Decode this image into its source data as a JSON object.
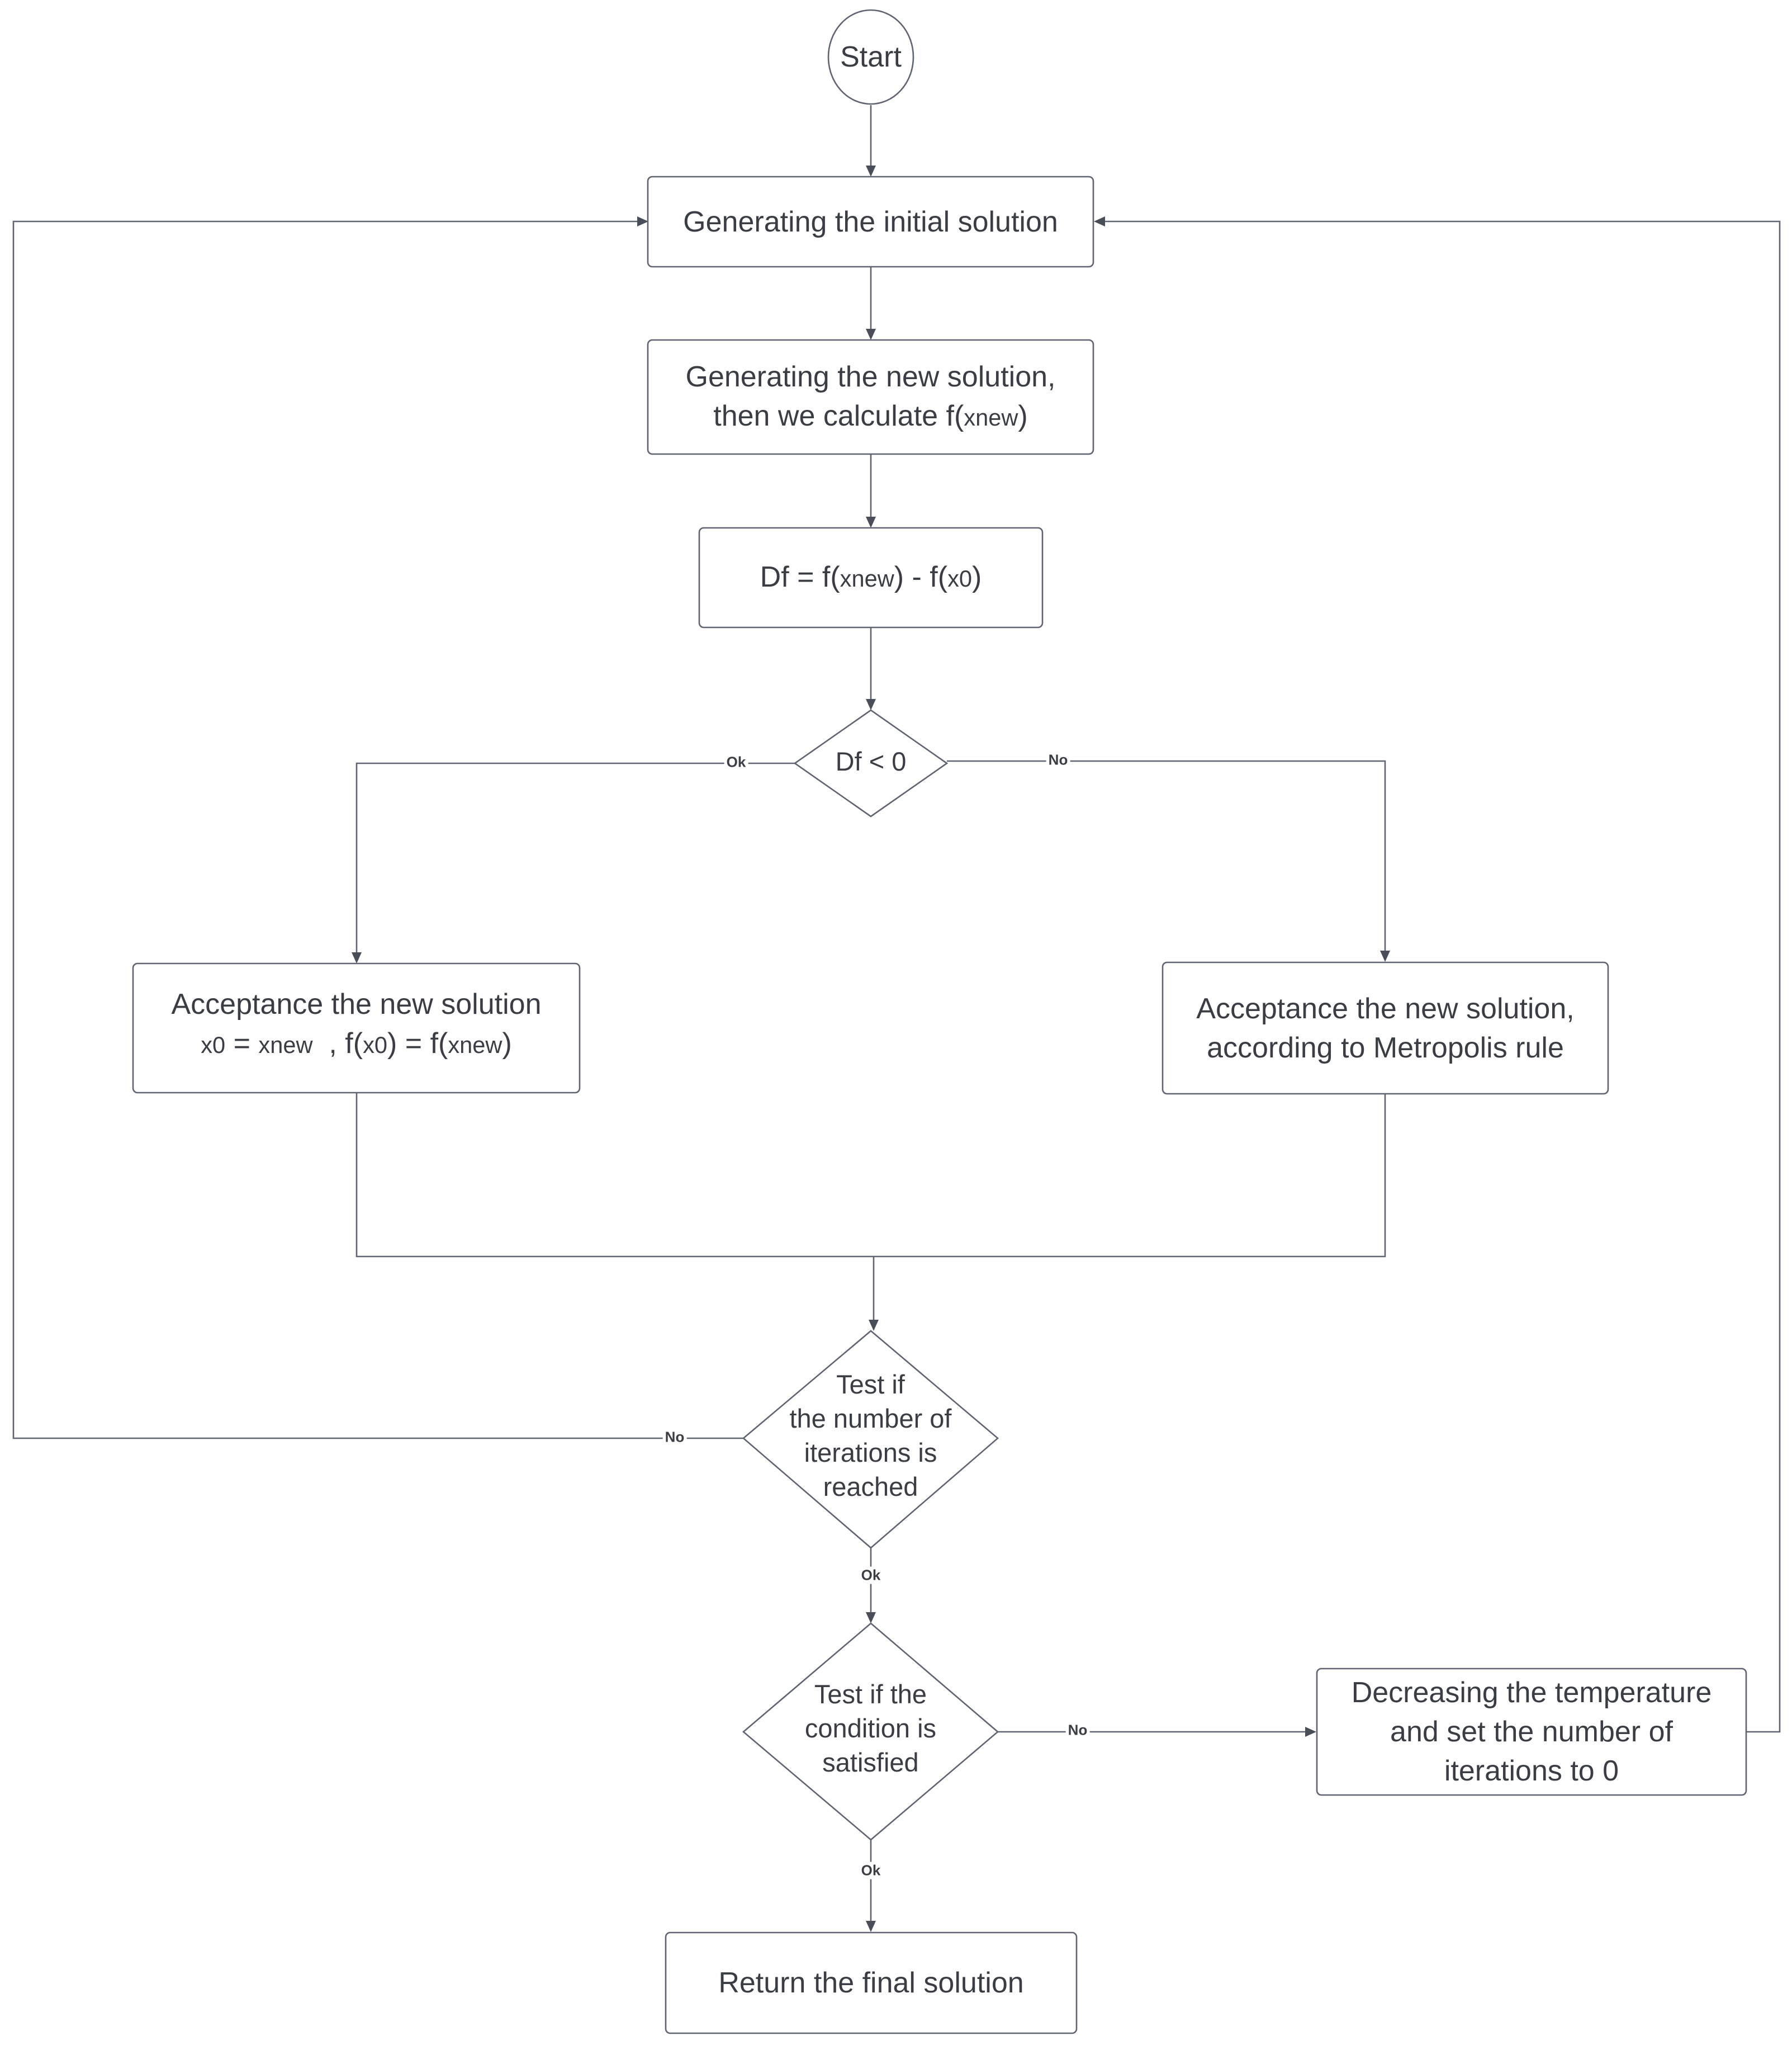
{
  "nodes": {
    "start": {
      "text": "Start"
    },
    "initial_solution": {
      "text": "Generating the initial solution"
    },
    "new_solution": {
      "line1": "Generating the new solution,",
      "line2_prefix": "then we calculate f(",
      "line2_sub": "xnew",
      "line2_suffix": ")"
    },
    "df_calc": {
      "p1": "Df = f(",
      "s1": "xnew",
      "p2": ") - f(",
      "s2": "x0",
      "p3": ")"
    },
    "df_decision": {
      "text": "Df < 0"
    },
    "accept_new": {
      "line1": "Acceptance the new solution",
      "s1": "x0",
      "p1": " = ",
      "s2": "xnew",
      "p2": "  , f(",
      "s3": "x0",
      "p3": ") = f(",
      "s4": "xnew",
      "p4": ")"
    },
    "metropolis": {
      "line1": "Acceptance the new solution,",
      "line2": "according to Metropolis rule"
    },
    "iterations_test": {
      "lines": [
        "Test if",
        "the number of",
        "iterations is",
        "reached"
      ]
    },
    "condition_test": {
      "lines": [
        "Test if the",
        "condition is",
        "satisfied"
      ]
    },
    "decrease_temp": {
      "lines": [
        "Decreasing the temperature",
        "and set the number of",
        "iterations to 0"
      ]
    },
    "final": {
      "text": "Return the final solution"
    }
  },
  "edge_labels": {
    "df_ok": "Ok",
    "df_no": "No",
    "iter_no": "No",
    "iter_ok": "Ok",
    "cond_no": "No",
    "cond_ok": "Ok"
  }
}
